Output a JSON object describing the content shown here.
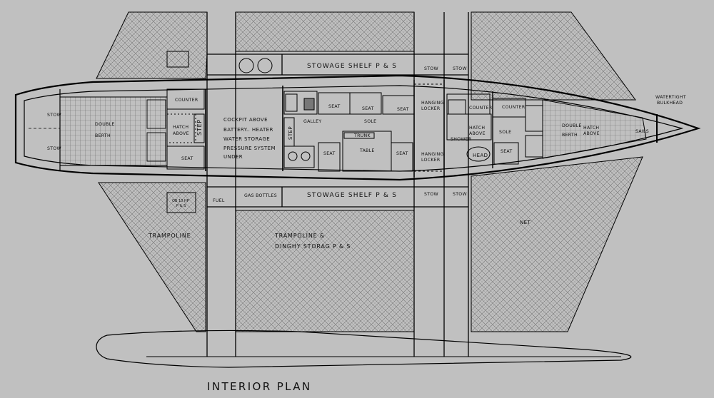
{
  "plan_title": "INTERIOR PLAN",
  "labels": {
    "stow_fwd_port": "STOW",
    "stow_fwd_stbd": "STOW",
    "double_berth_aft": "DOUBLE",
    "berth_aft": "BERTH",
    "counter_aft": "COUNTER",
    "hatch_above_aft_1": "HATCH",
    "hatch_above_aft_2": "ABOVE",
    "step_aft": "STEP",
    "seat_aft": "SEAT",
    "cockpit_1": "COCKPIT ABOVE",
    "cockpit_2": "BATTERY.. HEATER",
    "cockpit_3": "WATER STORAGE",
    "cockpit_4": "PRESSURE SYSTEM",
    "cockpit_5": "UNDER",
    "step_galley": "STEP",
    "galley": "GALLEY",
    "seat_1": "SEAT",
    "seat_2": "SEAT",
    "seat_3": "SEAT",
    "sole_main": "SOLE",
    "trunk": "TRUNK",
    "table": "TABLE",
    "seat_table_left": "SEAT",
    "seat_table_right": "SEAT",
    "stowage_top": "STOWAGE SHELF P & S",
    "stowage_bottom": "STOWAGE SHELF P & S",
    "fuel": "FUEL",
    "gas_bottles": "GAS BOTTLES",
    "hanging_locker_top_1": "HANGING",
    "hanging_locker_top_2": "LOCKER",
    "hanging_locker_bot_1": "HANGING",
    "hanging_locker_bot_2": "LOCKER",
    "stow_top_1": "STOW",
    "stow_top_2": "STOW",
    "stow_bot_1": "STOW",
    "stow_bot_2": "STOW",
    "counter_fwd_1": "COUNTER",
    "hatch_above_mid_1": "HATCH",
    "hatch_above_mid_2": "ABOVE",
    "shower": "SHOWER",
    "head": "HEAD",
    "counter_fwd_2": "COUNTER",
    "sole_fwd": "SOLE",
    "seat_fwd": "SEAT",
    "double_berth_fwd": "DOUBLE",
    "berth_fwd": "BERTH",
    "hatch_above_fwd_1": "HATCH",
    "hatch_above_fwd_2": "ABOVE",
    "sails": "SAILS",
    "watertight_1": "WATERTIGHT",
    "watertight_2": "BULKHEAD",
    "ob_1": "OB 10 HP",
    "ob_2": "P & S",
    "trampoline_left": "TRAMPOLINE",
    "trampoline_center_1": "TRAMPOLINE &",
    "trampoline_center_2": "DINGHY STORAG  P & S",
    "net": "NET"
  },
  "colors": {
    "background": "#c0c0c0",
    "line": "#000000",
    "hatch_pattern": "#777777",
    "panel_fill": "#c8c8c8"
  }
}
